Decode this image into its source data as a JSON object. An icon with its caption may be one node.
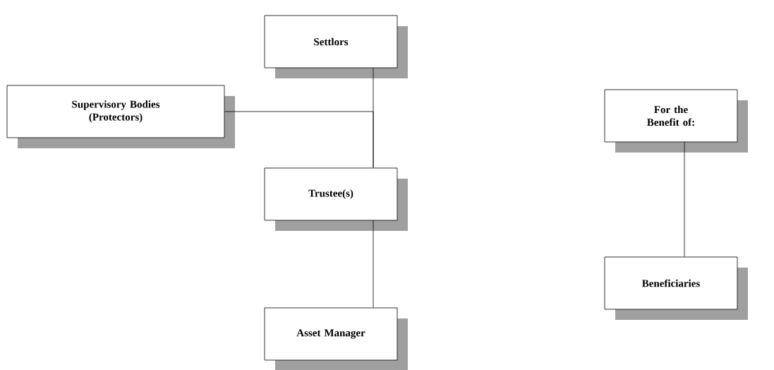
{
  "diagram": {
    "nodes": [
      {
        "text": [
          "Settlors"
        ]
      },
      {
        "text": [
          "Supervisory Bodies (Protectors)"
        ]
      },
      {
        "text": [
          "For the Benefit of:"
        ]
      },
      {
        "text": [
          "Trustee(s)"
        ]
      },
      {
        "text": [
          "Beneficiaries"
        ]
      },
      {
        "text": [
          "Asset Manager"
        ]
      }
    ],
    "edges": [
      {
        "from": 0,
        "to": 3,
        "arrow": "none"
      },
      {
        "from": 1,
        "to": 3,
        "arrow": "none"
      },
      {
        "from": 3,
        "to": 5,
        "arrow": "none"
      },
      {
        "from": 2,
        "to": 4,
        "arrow": "none"
      }
    ]
  }
}
